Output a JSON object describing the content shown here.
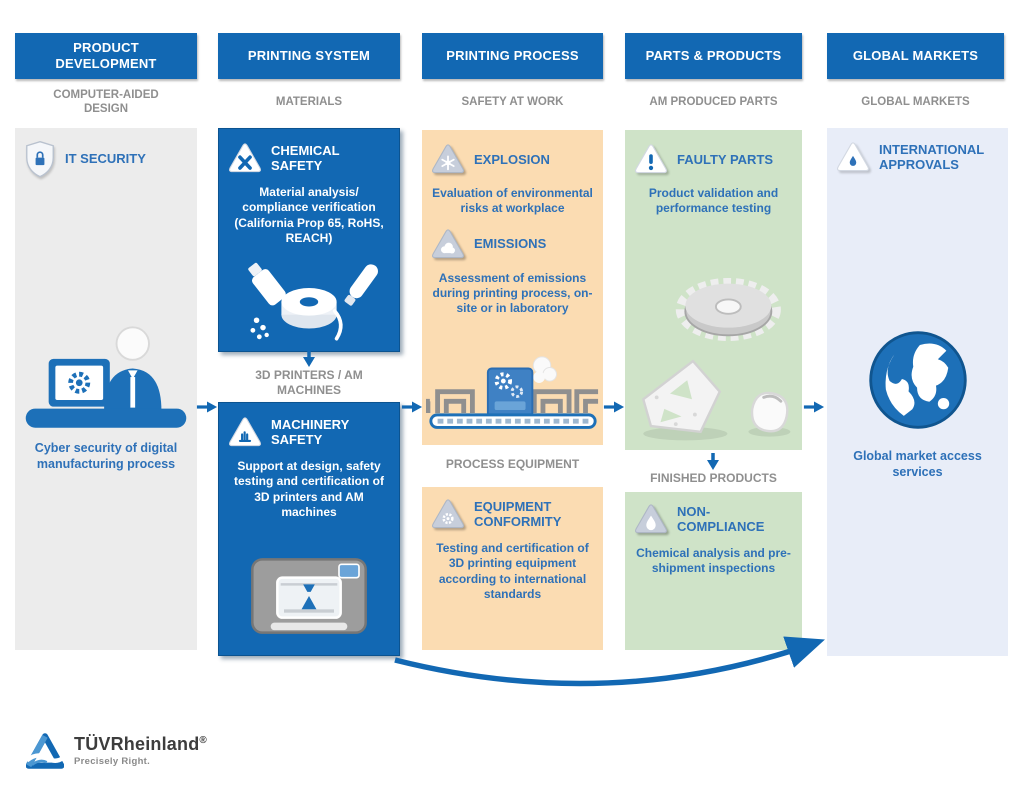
{
  "colors": {
    "brand_blue": "#1268b3",
    "text_blue": "#2e71b8",
    "label_gray": "#8f8f8f",
    "panel_gray": "#ececec",
    "panel_peach": "#fbdcb2",
    "panel_green": "#cfe3c8",
    "panel_lightblue": "#e8edf8"
  },
  "icons": {
    "it_security": "shield-lock-icon",
    "chemical_safety": "hazard-triangle-x-icon",
    "machinery_safety": "hazard-triangle-hand-icon",
    "explosion": "hazard-triangle-burst-icon",
    "emissions": "hazard-triangle-cloud-icon",
    "equipment_conformity": "hazard-triangle-gear-icon",
    "faulty_parts": "hazard-triangle-exclamation-icon",
    "non_compliance": "hazard-triangle-droplet-icon",
    "international_approvals": "hazard-triangle-check-icon",
    "flow": "right-arrow-icon",
    "step": "down-arrow-icon",
    "loop": "curved-arrow-icon",
    "logo": "tuv-rheinland-logo"
  },
  "columns": [
    {
      "header": "PRODUCT DEVELOPMENT",
      "sublabel": "COMPUTER-AIDED DESIGN",
      "item_title": "IT SECURITY",
      "caption": "Cyber security of digital manufacturing process"
    },
    {
      "header": "PRINTING SYSTEM",
      "sublabel": "MATERIALS",
      "box1": {
        "title": "CHEMICAL SAFETY",
        "body": "Material analysis/ compliance verification (California Prop 65, RoHS, REACH)"
      },
      "midlabel": "3D PRINTERS / AM MACHINES",
      "box2": {
        "title": "MACHINERY SAFETY",
        "body": "Support at design, safety testing and certification of 3D printers and AM machines"
      }
    },
    {
      "header": "PRINTING PROCESS",
      "sublabel": "SAFETY AT WORK",
      "items": [
        {
          "title": "EXPLOSION",
          "body": "Evaluation of environmental risks at workplace"
        },
        {
          "title": "EMISSIONS",
          "body": "Assessment of emissions during printing process, on-site or in laboratory"
        }
      ],
      "midlabel": "PROCESS EQUIPMENT",
      "box2": {
        "title": "EQUIPMENT CONFORMITY",
        "body": "Testing and certification of 3D printing equipment according to international standards"
      }
    },
    {
      "header": "PARTS & PRODUCTS",
      "sublabel": "AM PRODUCED PARTS",
      "box1": {
        "title": "FAULTY PARTS",
        "body": "Product validation and performance testing"
      },
      "midlabel": "FINISHED PRODUCTS",
      "box2": {
        "title": "NON-COMPLIANCE",
        "body": "Chemical analysis and pre-shipment inspections"
      }
    },
    {
      "header": "GLOBAL MARKETS",
      "sublabel": "GLOBAL MARKETS",
      "title": "INTERNATIONAL APPROVALS",
      "caption": "Global market access services"
    }
  ],
  "footer": {
    "brand_tuv": "TÜV",
    "brand_rheinland": "Rheinland",
    "registered": "®",
    "tagline": "Precisely Right."
  }
}
